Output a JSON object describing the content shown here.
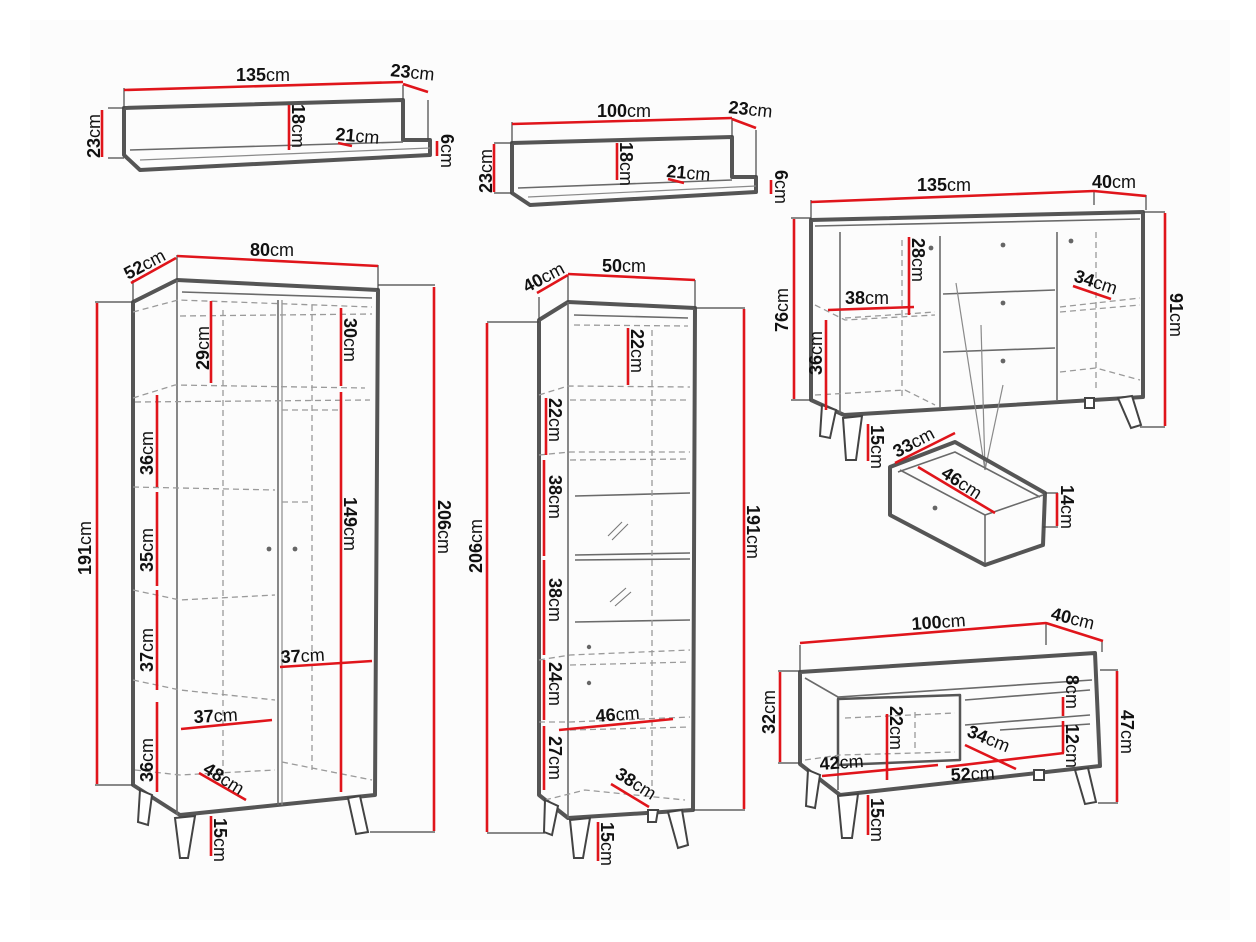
{
  "diagram": {
    "title": "",
    "unit": "cm",
    "colors": {
      "dimension_line": "#e0151b",
      "outline": "#555555",
      "background_panel": "#fcfcfc",
      "label_text": "#111111"
    },
    "items": {
      "wall_shelf_large": {
        "name": "wall shelf 135",
        "labels": {
          "width": {
            "num": "135",
            "unit": "cm"
          },
          "depth": {
            "num": "23",
            "unit": "cm"
          },
          "height": {
            "num": "23",
            "unit": "cm"
          },
          "inner_height": {
            "num": "18",
            "unit": "cm"
          },
          "shelf_depth": {
            "num": "21",
            "unit": "cm"
          },
          "board_thickness": {
            "num": "6",
            "unit": "cm"
          }
        }
      },
      "wall_shelf_small": {
        "name": "wall shelf 100",
        "labels": {
          "width": {
            "num": "100",
            "unit": "cm"
          },
          "depth": {
            "num": "23",
            "unit": "cm"
          },
          "height": {
            "num": "23",
            "unit": "cm"
          },
          "inner_height": {
            "num": "18",
            "unit": "cm"
          },
          "shelf_depth": {
            "num": "21",
            "unit": "cm"
          },
          "board_thickness": {
            "num": "6",
            "unit": "cm"
          }
        }
      },
      "wardrobe_cabinet": {
        "name": "two-door cabinet 80",
        "labels": {
          "depth": {
            "num": "52",
            "unit": "cm"
          },
          "width": {
            "num": "80",
            "unit": "cm"
          },
          "body_height": {
            "num": "191",
            "unit": "cm"
          },
          "total_height": {
            "num": "206",
            "unit": "cm"
          },
          "top_left": {
            "num": "29",
            "unit": "cm"
          },
          "top_right": {
            "num": "30",
            "unit": "cm"
          },
          "left_shelf_1": {
            "num": "36",
            "unit": "cm"
          },
          "left_shelf_2": {
            "num": "35",
            "unit": "cm"
          },
          "left_shelf_3": {
            "num": "37",
            "unit": "cm"
          },
          "left_shelf_4": {
            "num": "36",
            "unit": "cm"
          },
          "right_compartment": {
            "num": "149",
            "unit": "cm"
          },
          "right_inner_width": {
            "num": "37",
            "unit": "cm"
          },
          "left_inner_width": {
            "num": "37",
            "unit": "cm"
          },
          "inner_depth": {
            "num": "48",
            "unit": "cm"
          },
          "leg_height": {
            "num": "15",
            "unit": "cm"
          }
        }
      },
      "display_cabinet": {
        "name": "glass display cabinet 50",
        "labels": {
          "depth": {
            "num": "40",
            "unit": "cm"
          },
          "width": {
            "num": "50",
            "unit": "cm"
          },
          "total_height": {
            "num": "206",
            "unit": "cm"
          },
          "body_height": {
            "num": "191",
            "unit": "cm"
          },
          "top_compartment": {
            "num": "22",
            "unit": "cm"
          },
          "shelf_1": {
            "num": "22",
            "unit": "cm"
          },
          "shelf_2": {
            "num": "38",
            "unit": "cm"
          },
          "shelf_3": {
            "num": "38",
            "unit": "cm"
          },
          "shelf_4": {
            "num": "24",
            "unit": "cm"
          },
          "shelf_5": {
            "num": "27",
            "unit": "cm"
          },
          "inner_width": {
            "num": "46",
            "unit": "cm"
          },
          "inner_depth": {
            "num": "38",
            "unit": "cm"
          },
          "leg_height": {
            "num": "15",
            "unit": "cm"
          }
        }
      },
      "sideboard": {
        "name": "sideboard 135",
        "labels": {
          "width": {
            "num": "135",
            "unit": "cm"
          },
          "depth": {
            "num": "40",
            "unit": "cm"
          },
          "body_height": {
            "num": "76",
            "unit": "cm"
          },
          "total_height": {
            "num": "91",
            "unit": "cm"
          },
          "upper_compartment": {
            "num": "28",
            "unit": "cm"
          },
          "inner_width_left": {
            "num": "38",
            "unit": "cm"
          },
          "inner_depth_right": {
            "num": "34",
            "unit": "cm"
          },
          "lower_compartment": {
            "num": "36",
            "unit": "cm"
          },
          "leg_height": {
            "num": "15",
            "unit": "cm"
          }
        },
        "drawer": {
          "labels": {
            "width": {
              "num": "33",
              "unit": "cm"
            },
            "length": {
              "num": "46",
              "unit": "cm"
            },
            "height": {
              "num": "14",
              "unit": "cm"
            }
          }
        }
      },
      "tv_stand": {
        "name": "TV stand 100",
        "labels": {
          "width": {
            "num": "100",
            "unit": "cm"
          },
          "depth": {
            "num": "40",
            "unit": "cm"
          },
          "body_height": {
            "num": "32",
            "unit": "cm"
          },
          "total_height": {
            "num": "47",
            "unit": "cm"
          },
          "top_gap": {
            "num": "8",
            "unit": "cm"
          },
          "left_compartment": {
            "num": "22",
            "unit": "cm"
          },
          "shelf_depth": {
            "num": "34",
            "unit": "cm"
          },
          "right_compartment": {
            "num": "12",
            "unit": "cm"
          },
          "left_width": {
            "num": "42",
            "unit": "cm"
          },
          "right_width": {
            "num": "52",
            "unit": "cm"
          },
          "leg_height": {
            "num": "15",
            "unit": "cm"
          }
        }
      }
    }
  }
}
